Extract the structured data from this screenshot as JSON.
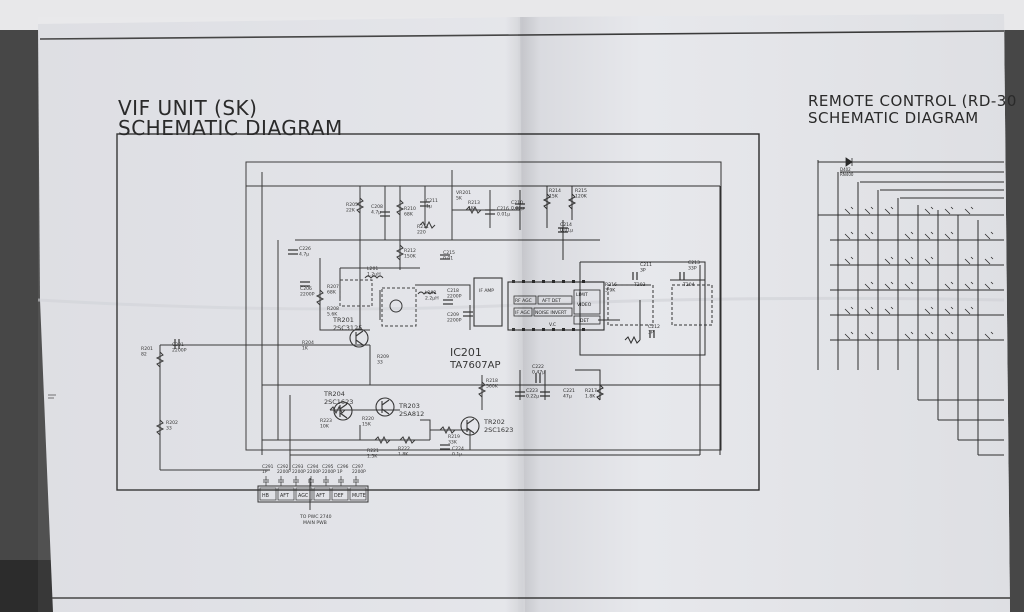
{
  "sheet": {
    "left_title_line1": "VIF UNIT (SK)",
    "left_title_line2": "SCHEMATIC DIAGRAM",
    "right_title_line1": "REMOTE CONTROL (RD-30",
    "right_title_line2": "SCHEMATIC DIAGRAM"
  },
  "ic": {
    "label": "IC201",
    "part": "TA7607AP",
    "blocks": [
      "IF AMP",
      "RF AGC",
      "AFT DET",
      "LIMIT",
      "IF AGC",
      "NOISE INVERT",
      "VIDEO",
      "DET",
      "V.C"
    ]
  },
  "transistors": [
    {
      "ref": "TR201",
      "part": "2SC3125"
    },
    {
      "ref": "TR204",
      "part": "2SC1623"
    },
    {
      "ref": "TR203",
      "part": "2SA812"
    },
    {
      "ref": "TR202",
      "part": "2SC1623"
    }
  ],
  "components": [
    {
      "ref": "R205",
      "value": "22K"
    },
    {
      "ref": "C208",
      "value": "4.7μ"
    },
    {
      "ref": "R210",
      "value": "68K"
    },
    {
      "ref": "C211",
      "value": "1μ"
    },
    {
      "ref": "VR201",
      "value": "5K"
    },
    {
      "ref": "R213",
      "value": "1K"
    },
    {
      "ref": "C216",
      "value": "0.01μ"
    },
    {
      "ref": "C210",
      "value": "0.01μ"
    },
    {
      "ref": "R214",
      "value": "15K"
    },
    {
      "ref": "R215",
      "value": "120K"
    },
    {
      "ref": "C214",
      "value": "0.01μ"
    },
    {
      "ref": "R211",
      "value": "220"
    },
    {
      "ref": "C226",
      "value": "4.7μ"
    },
    {
      "ref": "R212",
      "value": "150K"
    },
    {
      "ref": "C215",
      "value": "0.01"
    },
    {
      "ref": "L201",
      "value": "1.2μH"
    },
    {
      "ref": "C206",
      "value": "2200P"
    },
    {
      "ref": "R207",
      "value": "68K"
    },
    {
      "ref": "L202",
      "value": "2.2μH"
    },
    {
      "ref": "C218",
      "value": "2200P"
    },
    {
      "ref": "R208",
      "value": "5.6K"
    },
    {
      "ref": "C209",
      "value": "2200P"
    },
    {
      "ref": "C211",
      "value": "3P"
    },
    {
      "ref": "C213",
      "value": "33P"
    },
    {
      "ref": "T203",
      "value": ""
    },
    {
      "ref": "T204",
      "value": ""
    },
    {
      "ref": "R216",
      "value": "3.9K"
    },
    {
      "ref": "C212",
      "value": "3P"
    },
    {
      "ref": "R201",
      "value": "82"
    },
    {
      "ref": "C201",
      "value": "2200P"
    },
    {
      "ref": "R204",
      "value": "1K"
    },
    {
      "ref": "R209",
      "value": "33"
    },
    {
      "ref": "C222",
      "value": "0.47μ"
    },
    {
      "ref": "R218",
      "value": "560K"
    },
    {
      "ref": "C223",
      "value": "0.22μ"
    },
    {
      "ref": "C221",
      "value": "47μ"
    },
    {
      "ref": "R217",
      "value": "1.8K"
    },
    {
      "ref": "R202",
      "value": "33"
    },
    {
      "ref": "R223",
      "value": "10K"
    },
    {
      "ref": "R220",
      "value": "15K"
    },
    {
      "ref": "R221",
      "value": "1.5K"
    },
    {
      "ref": "R222",
      "value": "1.8K"
    },
    {
      "ref": "R219",
      "value": "33K"
    },
    {
      "ref": "C224",
      "value": "0.1μ"
    }
  ],
  "connector": {
    "capacitors": [
      "C291",
      "C292",
      "C293",
      "C294",
      "C295",
      "C296",
      "C297"
    ],
    "cap_values": [
      "1P",
      "2200P",
      "2200P",
      "2200P",
      "2200P",
      "1P",
      "2200P"
    ],
    "pins": [
      "HB",
      "AFT",
      "AGC",
      "AFT",
      "DEF",
      "MUTE"
    ],
    "destination_line1": "TO PWC 2740",
    "destination_line2": "MAIN PWB"
  },
  "remote": {
    "diode": "D402",
    "diode_part": "RN400"
  }
}
